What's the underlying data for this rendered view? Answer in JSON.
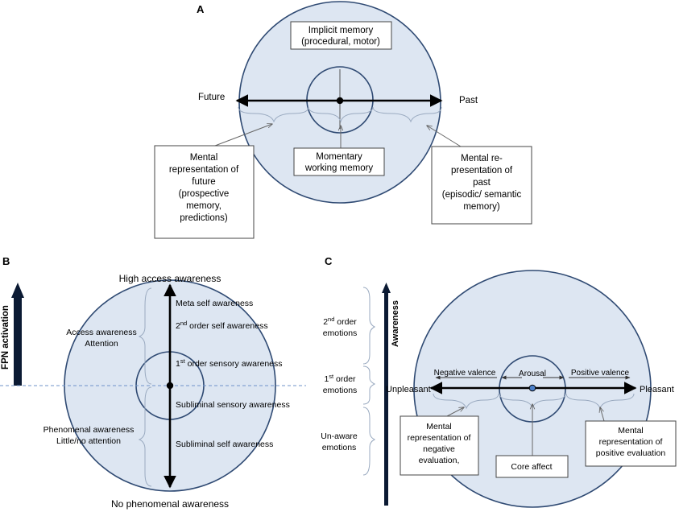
{
  "panel_a": {
    "letter": "A",
    "implicit_line1": "Implicit memory",
    "implicit_line2": "(procedural, motor)",
    "future": "Future",
    "past": "Past",
    "working_line1": "Momentary",
    "working_line2": "working  memory",
    "future_box": [
      "Mental",
      "representation of",
      "future",
      "(prospective",
      "memory,",
      "predictions)"
    ],
    "past_box": [
      "Mental re-",
      "presentation of",
      "past",
      "(episodic/ semantic",
      "memory)"
    ]
  },
  "panel_b": {
    "letter": "B",
    "fpn": "FPN activation",
    "top": "High access awareness",
    "bottom": "No phenomenal awareness",
    "access_line1": "Access awareness",
    "access_line2": "Attention",
    "phenomenal_line1": "Phenomenal awareness",
    "phenomenal_line2": "Little/no attention",
    "meta": "Meta self awareness",
    "second_num": "2",
    "second_sup": "nd",
    "second_rest": " order self awareness",
    "first_num": "1",
    "first_sup": "st",
    "first_rest": " order sensory awareness",
    "subliminal_sensory": "Subliminal sensory awareness",
    "subliminal_self": "Subliminal self awareness"
  },
  "panel_c": {
    "letter": "C",
    "awareness": "Awareness",
    "second_num": "2",
    "second_sup": "nd",
    "second_rest": " order",
    "second_line2": "emotions",
    "first_num": "1",
    "first_sup": "st",
    "first_rest": " order",
    "first_line2": "emotions",
    "unaware_line1": "Un-aware",
    "unaware_line2": "emotions",
    "negative_valence": "Negative valence",
    "arousal": "Arousal",
    "positive_valence": "Positive valence",
    "unpleasant": "Unpleasant",
    "pleasant": "Pleasant",
    "negative_box": [
      "Mental",
      "representation of",
      "negative",
      "evaluation,"
    ],
    "positive_box": [
      "Mental",
      "representation of",
      "positive evaluation"
    ],
    "core_affect": "Core affect"
  },
  "colors": {
    "circle_fill": "#dde6f2",
    "circle_stroke": "#2f4a73",
    "arrow_dark": "#0b1a33",
    "dashed_line": "#6f93c9",
    "center_dot_c": "#4a7fc9"
  }
}
